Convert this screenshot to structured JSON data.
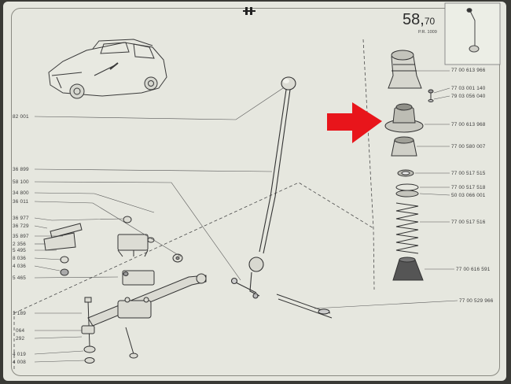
{
  "page_number": "58",
  "page_number_sub": "70",
  "page_ref": "P.R. 1009",
  "right_labels": [
    "77 00 613 966",
    "77 03 001 140",
    "79 03 056 040",
    "77 00 613 968",
    "77 00 580 007",
    "77 00 517 515",
    "77 00 517 518",
    "50 03 066 001",
    "77 00 517 516",
    "77 00 616 591",
    "77 00 529 966"
  ],
  "left_labels": [
    "82 001",
    "36 899",
    "58 100",
    "34 800",
    "36 011",
    "36 977",
    "36 729",
    "35 897",
    "2 356",
    "5 495",
    "8 036",
    "4 036",
    "5 465",
    "1 189",
    "064",
    "292",
    "4 019",
    "4 008"
  ],
  "colors": {
    "paper": "#e6e7df",
    "ink": "#3c3c3c",
    "arrow": "#e8151b",
    "background": "#3a3a36"
  },
  "icons": [
    "car-illustration",
    "red-arrow-icon",
    "gear-lever-illustration",
    "crosshair-mark"
  ]
}
